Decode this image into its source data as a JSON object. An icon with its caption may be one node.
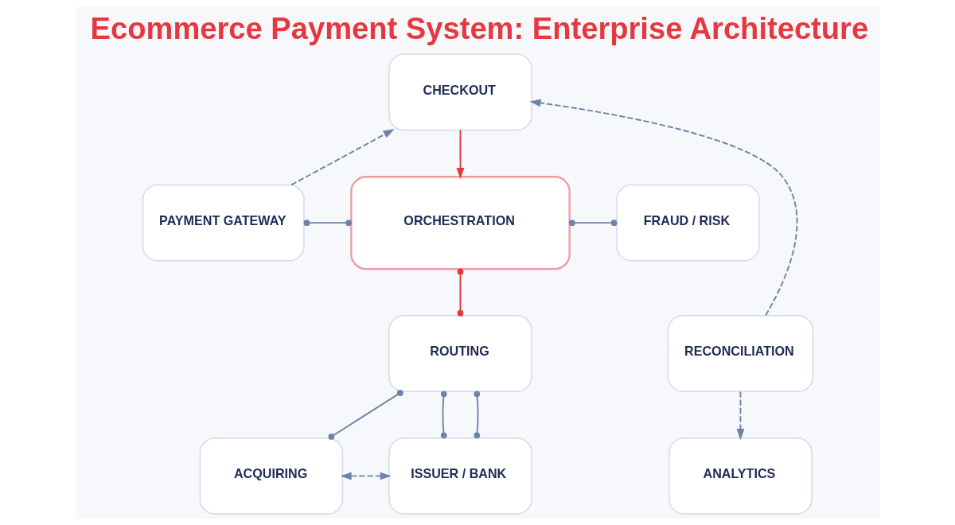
{
  "diagram": {
    "title": "Ecommerce Payment System: Enterprise Architecture",
    "nodes": [
      {
        "text": [
          "CHECKOUT"
        ]
      },
      {
        "text": [
          "PAYMENT GATEWAY"
        ]
      },
      {
        "text": [
          "ORCHESTRATION"
        ]
      },
      {
        "text": [
          "FRAUD / RISK"
        ]
      },
      {
        "text": [
          "RECONCILIATION"
        ]
      },
      {
        "text": [
          "ANALYTICS"
        ]
      },
      {
        "text": [
          "ROUTING"
        ]
      },
      {
        "text": [
          "ACQUIRING"
        ]
      },
      {
        "text": [
          "ISSUER / BANK"
        ]
      }
    ],
    "edges": [
      {
        "from": 1,
        "to": 0,
        "arrow": "to",
        "style": "dashed"
      },
      {
        "from": 4,
        "to": 0,
        "arrow": "to",
        "style": "dashed"
      },
      {
        "from": 0,
        "to": 2,
        "arrow": "to",
        "color": "#e5393f"
      },
      {
        "from": 1,
        "to": 2,
        "arrow": "other"
      },
      {
        "from": 2,
        "to": 3,
        "arrow": "other"
      },
      {
        "from": 4,
        "to": 5,
        "arrow": "to",
        "style": "dashed"
      },
      {
        "from": 2,
        "to": 6,
        "arrow": "other",
        "color": "#e5393f"
      },
      {
        "from": 6,
        "to": 7,
        "arrow": "other"
      },
      {
        "from": 6,
        "to": 8,
        "arrow": "other"
      },
      {
        "from": 6,
        "to": 8,
        "arrow": "other"
      },
      {
        "from": 7,
        "to": 8,
        "arrow": "both",
        "style": "dashed"
      }
    ]
  }
}
